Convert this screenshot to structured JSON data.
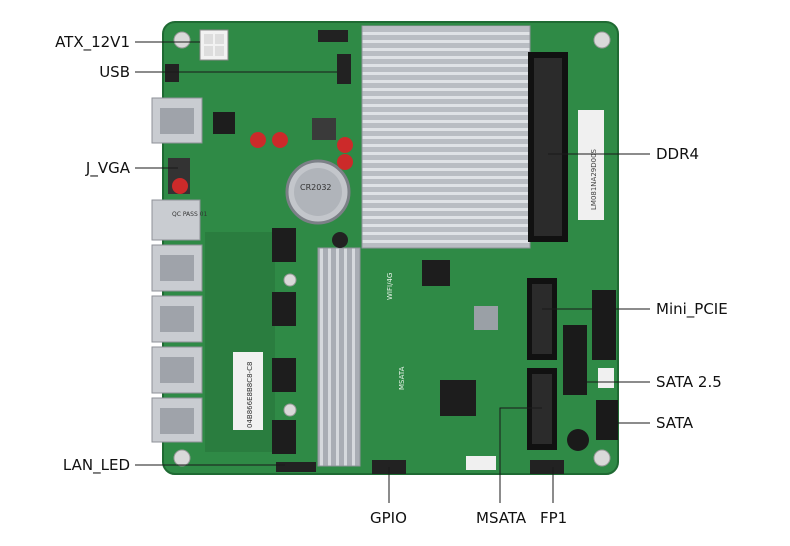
{
  "labels": {
    "atx": "ATX_12V1",
    "usb": "USB",
    "vga": "J_VGA",
    "lan_led": "LAN_LED",
    "ddr4": "DDR4",
    "mini_pcie": "Mini_PCIE",
    "sata25": "SATA 2.5",
    "sata": "SATA",
    "gpio": "GPIO",
    "msata": "MSATA",
    "fp1": "FP1"
  },
  "board_text": {
    "mem_label": "LM081NA29D00S",
    "serial_label": "04B866E8B8C8-C8",
    "wifi": "WIFI/4G",
    "msata_silk": "MSATA",
    "battery": "CR2032",
    "qc": "QC PASS 01"
  },
  "colors": {
    "pcb": "#2f8a46",
    "pcb_dark": "#1f6a33",
    "heatsink": "#b8bcc2",
    "port": "#c9ccd1",
    "callout": "#1a1a1a"
  }
}
